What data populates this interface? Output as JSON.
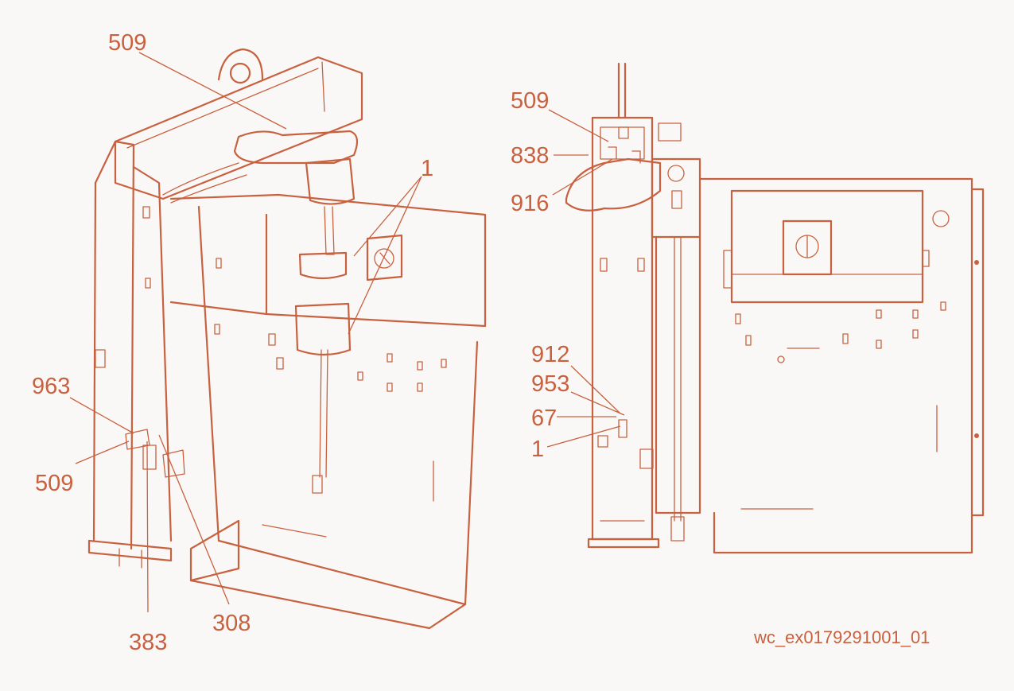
{
  "callouts": {
    "left_509_top": "509",
    "left_1": "1",
    "left_963": "963",
    "left_509_bottom": "509",
    "left_383": "383",
    "left_308": "308",
    "right_509": "509",
    "right_838": "838",
    "right_916": "916",
    "right_912": "912",
    "right_953": "953",
    "right_67": "67",
    "right_1": "1"
  },
  "drawing_code": "wc_ex0179291001_01",
  "colors": {
    "line": "#c8613f",
    "background": "#faf8f6"
  }
}
